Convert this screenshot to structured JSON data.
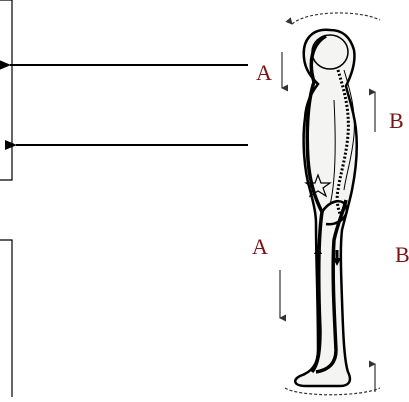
{
  "labels": {
    "upper_left": "A",
    "upper_right": "B",
    "lower_left": "A",
    "lower_right": "B"
  },
  "colors": {
    "label": "#7a1414",
    "ink": "#000000",
    "figure_fill": "#f4f4f2"
  },
  "figure": {
    "subject": "human-body-side-view",
    "icon": "spine-figure-icon"
  }
}
